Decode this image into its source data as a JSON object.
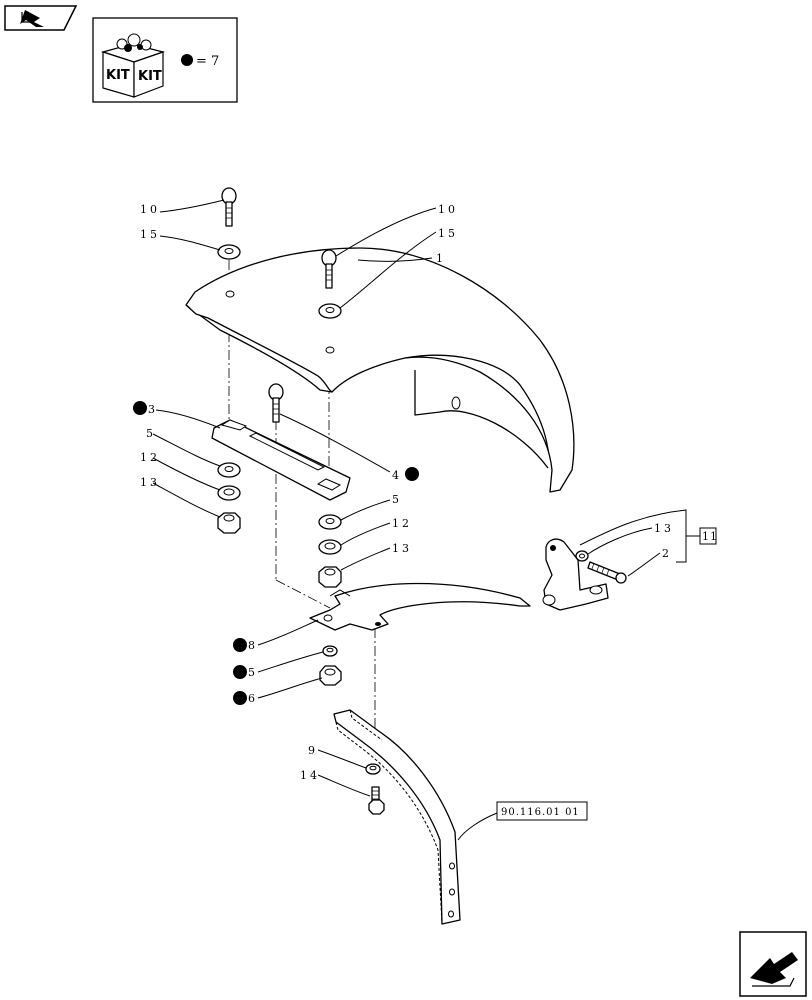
{
  "nav": {
    "prev_icon": "back-arrow-icon",
    "next_icon": "next-page-arrow-icon"
  },
  "kit_box": {
    "kit_text_left": "KIT",
    "kit_text_right": "KIT",
    "legend_text": "= 7"
  },
  "callouts": {
    "c10a": "10",
    "c15a": "15",
    "c10b": "10",
    "c15b": "15",
    "c1": "1",
    "c3": "3",
    "c4": "4",
    "c5a": "5",
    "c12a": "12",
    "c13a": "13",
    "c5b": "5",
    "c12b": "12",
    "c13b": "13",
    "c13c": "13",
    "c2": "2",
    "c11": "11",
    "c8": "8",
    "c5c": "5",
    "c6": "6",
    "c9": "9",
    "c14": "14",
    "ref": "90.116.01 01"
  }
}
